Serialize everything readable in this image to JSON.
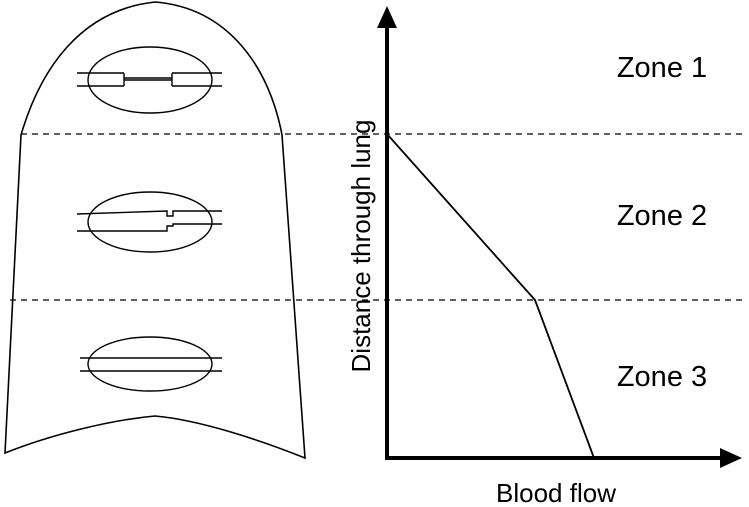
{
  "zones": [
    {
      "label": "Zone 1"
    },
    {
      "label": "Zone 2"
    },
    {
      "label": "Zone 3"
    }
  ],
  "axes": {
    "xlabel": "Blood flow",
    "ylabel": "Distance through lung"
  },
  "colors": {
    "stroke": "#000000",
    "background": "#ffffff"
  }
}
